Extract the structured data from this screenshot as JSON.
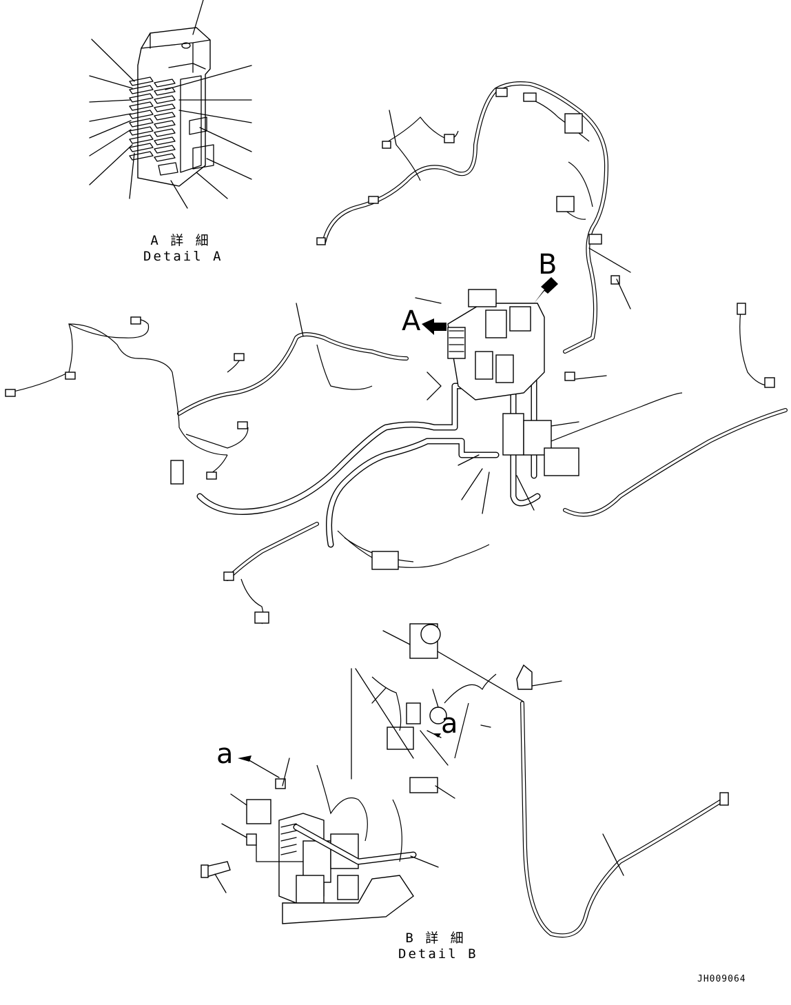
{
  "callouts": {
    "a": "A",
    "b": "B",
    "small_a_top": "a",
    "small_a_bottom": "a"
  },
  "captions": {
    "detail_a_jp": "A 詳 細",
    "detail_a_en": "Detail A",
    "detail_b_jp": "B 詳 細",
    "detail_b_en": "Detail B"
  },
  "drawing_code": "JH009064"
}
